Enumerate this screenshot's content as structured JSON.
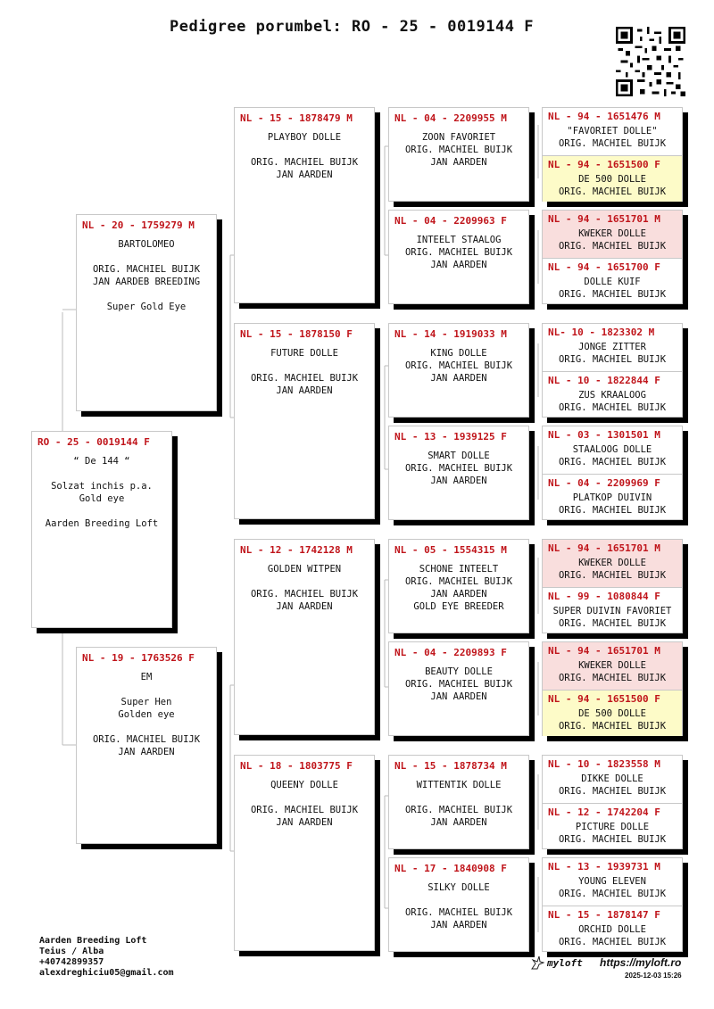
{
  "title": "Pedigree porumbel: RO - 25 - 0019144 F",
  "gen1": {
    "id": "RO - 25 - 0019144 F",
    "lines": [
      "“ De 144 “",
      "",
      "Solzat inchis p.a.",
      "Gold eye",
      "",
      "Aarden Breeding Loft"
    ]
  },
  "gen2": [
    {
      "id": "NL - 20 - 1759279 M",
      "lines": [
        "BARTOLOMEO",
        "",
        "ORIG. MACHIEL BUIJK",
        "JAN AARDEB BREEDING",
        "",
        "Super Gold Eye"
      ]
    },
    {
      "id": "NL - 19 - 1763526 F",
      "lines": [
        "EM",
        "",
        "Super Hen",
        "Golden eye",
        "",
        "ORIG. MACHIEL BUIJK",
        "JAN AARDEN"
      ]
    }
  ],
  "gen3": [
    {
      "id": "NL - 15 - 1878479 M",
      "lines": [
        "PLAYBOY DOLLE",
        "",
        "ORIG. MACHIEL BUIJK",
        "JAN AARDEN"
      ]
    },
    {
      "id": "NL - 15 - 1878150 F",
      "lines": [
        "FUTURE DOLLE",
        "",
        "ORIG. MACHIEL BUIJK",
        "JAN AARDEN"
      ]
    },
    {
      "id": "NL - 12 - 1742128 M",
      "lines": [
        "GOLDEN WITPEN",
        "",
        "ORIG. MACHIEL BUIJK",
        "JAN AARDEN"
      ]
    },
    {
      "id": "NL - 18 - 1803775 F",
      "lines": [
        "QUEENY DOLLE",
        "",
        "ORIG. MACHIEL BUIJK",
        "JAN AARDEN"
      ]
    }
  ],
  "gen4": [
    {
      "id": "NL - 04 - 2209955 M",
      "lines": [
        "ZOON FAVORIET",
        "ORIG. MACHIEL BUIJK",
        "JAN AARDEN"
      ]
    },
    {
      "id": "NL - 04 - 2209963 F",
      "lines": [
        "INTEELT STAALOG",
        "ORIG. MACHIEL BUIJK",
        "JAN AARDEN"
      ]
    },
    {
      "id": "NL - 14 - 1919033 M",
      "lines": [
        "KING DOLLE",
        "ORIG. MACHIEL BUIJK",
        "JAN AARDEN"
      ]
    },
    {
      "id": "NL - 13 - 1939125 F",
      "lines": [
        "SMART DOLLE",
        "ORIG. MACHIEL BUIJK",
        "JAN AARDEN"
      ]
    },
    {
      "id": "NL - 05 - 1554315 M",
      "lines": [
        "SCHONE INTEELT",
        "ORIG. MACHIEL BUIJK",
        "JAN AARDEN",
        "GOLD EYE BREEDER"
      ]
    },
    {
      "id": "NL - 04 - 2209893 F",
      "lines": [
        "BEAUTY DOLLE",
        "ORIG. MACHIEL BUIJK",
        "JAN AARDEN"
      ]
    },
    {
      "id": "NL - 15 - 1878734 M",
      "lines": [
        "WITTENTIK DOLLE",
        "",
        "ORIG. MACHIEL BUIJK",
        "JAN AARDEN"
      ]
    },
    {
      "id": "NL - 17 - 1840908 F",
      "lines": [
        "SILKY DOLLE",
        "",
        "ORIG. MACHIEL BUIJK",
        "JAN AARDEN"
      ]
    }
  ],
  "gen5": [
    {
      "id": "NL - 94 - 1651476 M",
      "lines": [
        "\"FAVORIET DOLLE\"",
        "ORIG. MACHIEL BUIJK"
      ],
      "bg": "white"
    },
    {
      "id": "NL - 94 - 1651500 F",
      "lines": [
        "DE 500 DOLLE",
        "ORIG. MACHIEL BUIJK"
      ],
      "bg": "yellow"
    },
    {
      "id": "NL - 94 - 1651701 M",
      "lines": [
        "KWEKER DOLLE",
        "ORIG. MACHIEL BUIJK"
      ],
      "bg": "pink"
    },
    {
      "id": "NL - 94 - 1651700 F",
      "lines": [
        "DOLLE KUIF",
        "ORIG. MACHIEL BUIJK"
      ],
      "bg": "white"
    },
    {
      "id": "NL- 10 - 1823302 M",
      "lines": [
        "JONGE ZITTER",
        "ORIG. MACHIEL BUIJK"
      ],
      "bg": "white"
    },
    {
      "id": "NL - 10 - 1822844 F",
      "lines": [
        "ZUS KRAALOOG",
        "ORIG. MACHIEL BUIJK"
      ],
      "bg": "white"
    },
    {
      "id": "NL - 03 - 1301501 M",
      "lines": [
        "STAALOOG DOLLE",
        "ORIG. MACHIEL BUIJK"
      ],
      "bg": "white"
    },
    {
      "id": "NL - 04 - 2209969 F",
      "lines": [
        "PLATKOP DUIVIN",
        "ORIG. MACHIEL BUIJK"
      ],
      "bg": "white"
    },
    {
      "id": "NL - 94 - 1651701 M",
      "lines": [
        "KWEKER DOLLE",
        "ORIG. MACHIEL BUIJK"
      ],
      "bg": "pink"
    },
    {
      "id": "NL - 99 - 1080844 F",
      "lines": [
        "SUPER DUIVIN FAVORIET",
        "ORIG. MACHIEL BUIJK"
      ],
      "bg": "white"
    },
    {
      "id": "NL - 94 - 1651701 M",
      "lines": [
        "KWEKER DOLLE",
        "ORIG. MACHIEL BUIJK"
      ],
      "bg": "pink"
    },
    {
      "id": "NL - 94 - 1651500 F",
      "lines": [
        "DE 500 DOLLE",
        "ORIG. MACHIEL BUIJK"
      ],
      "bg": "yellow"
    },
    {
      "id": "NL - 10 - 1823558 M",
      "lines": [
        "DIKKE DOLLE",
        "ORIG. MACHIEL BUIJK"
      ],
      "bg": "white"
    },
    {
      "id": "NL - 12 - 1742204 F",
      "lines": [
        "PICTURE DOLLE",
        "ORIG. MACHIEL BUIJK"
      ],
      "bg": "white"
    },
    {
      "id": "NL - 13 - 1939731 M",
      "lines": [
        "YOUNG ELEVEN",
        "ORIG. MACHIEL BUIJK"
      ],
      "bg": "white"
    },
    {
      "id": "NL - 15 - 1878147 F",
      "lines": [
        "ORCHID DOLLE",
        "ORIG. MACHIEL BUIJK"
      ],
      "bg": "white"
    }
  ],
  "footer": {
    "name": "Aarden Breeding Loft",
    "location": "Teius / Alba",
    "phone": "+40742899357",
    "email": "alexdreghiciu05@gmail.com"
  },
  "brand": {
    "logo_text": "myloft",
    "website": "https://myloft.ro",
    "timestamp": "2025-12-03 15:26"
  },
  "colors": {
    "id_red": "#c0151b",
    "highlight_pink": "#f9dedd",
    "highlight_yellow": "#fdfbc8"
  }
}
